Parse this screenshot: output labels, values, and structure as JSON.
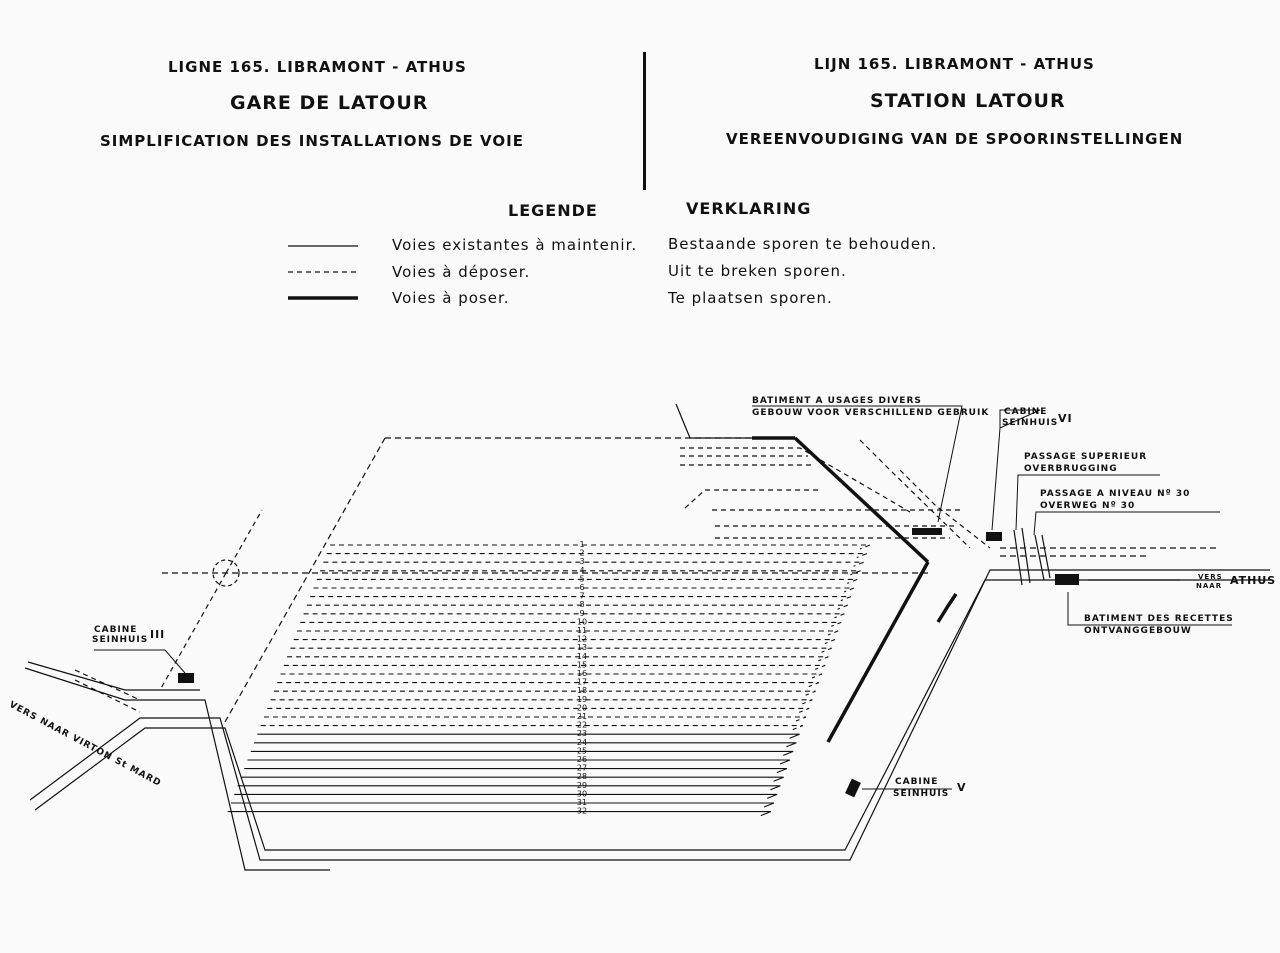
{
  "header_fr": {
    "line": "LIGNE 165. LIBRAMONT - ATHUS",
    "station": "GARE DE LATOUR",
    "subject": "SIMPLIFICATION DES INSTALLATIONS DE VOIE"
  },
  "header_nl": {
    "line": "LIJN 165. LIBRAMONT - ATHUS",
    "station": "STATION LATOUR",
    "subject": "VEREENVOUDIGING VAN DE SPOORINSTELLINGEN"
  },
  "legend": {
    "title_fr": "LEGENDE",
    "title_nl": "VERKLARING",
    "items": [
      {
        "style": "solid-thin",
        "fr": "Voies existantes à maintenir.",
        "nl": "Bestaande sporen te behouden."
      },
      {
        "style": "dashed",
        "fr": "Voies à déposer.",
        "nl": "Uit te breken sporen."
      },
      {
        "style": "solid-thick",
        "fr": "Voies à poser.",
        "nl": "Te plaatsen sporen."
      }
    ]
  },
  "labels": {
    "batiment_divers_fr": "BATIMENT A USAGES DIVERS",
    "batiment_divers_nl": "GEBOUW VOOR VERSCHILLEND GEBRUIK",
    "cabine_vi_1": "CABINE",
    "cabine_vi_2": "SEINHUIS",
    "cabine_vi_num": "VI",
    "passage_sup_fr": "PASSAGE SUPERIEUR",
    "passage_sup_nl": "OVERBRUGGING",
    "passage_niveau_fr": "PASSAGE A NIVEAU Nº 30",
    "passage_niveau_nl": "OVERWEG Nº 30",
    "vers_athus_1": "VERS",
    "vers_athus_2": "NAAR",
    "athus": "ATHUS",
    "batiment_recettes_fr": "BATIMENT DES RECETTES",
    "batiment_recettes_nl": "ONTVANGGEBOUW",
    "cabine_iii_1": "CABINE",
    "cabine_iii_2": "SEINHUIS",
    "cabine_iii_num": "III",
    "vers_virton": "VERS NAAR VIRTON St MARD",
    "cabine_v_1": "CABINE",
    "cabine_v_2": "SEINHUIS",
    "cabine_v_num": "V"
  },
  "track_numbers": [
    "1",
    "2",
    "3",
    "4",
    "5",
    "6",
    "7",
    "8",
    "9",
    "10",
    "11",
    "12",
    "13",
    "14",
    "15",
    "16",
    "17",
    "18",
    "19",
    "20",
    "21",
    "22",
    "23",
    "24",
    "25",
    "26",
    "27",
    "28",
    "29",
    "30",
    "31",
    "32"
  ]
}
